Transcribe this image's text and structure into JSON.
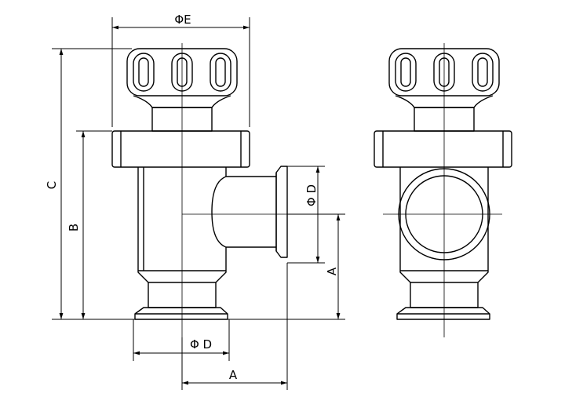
{
  "labels": {
    "phi_e": "ΦE",
    "c": "C",
    "b": "B",
    "phi_d_side": "Φ D",
    "a_side": "A",
    "phi_d_bottom": "Φ D",
    "a_bottom": "A"
  },
  "colors": {
    "line": "#000000",
    "background": "#ffffff"
  }
}
